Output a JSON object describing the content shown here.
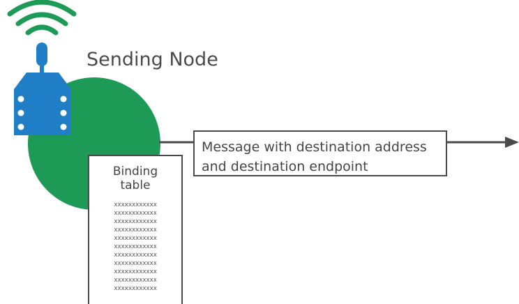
{
  "title": "Sending Node",
  "message": {
    "line1": "Message with destination address",
    "line2": "and destination endpoint"
  },
  "binding_table": {
    "title": "Binding table",
    "rows": [
      "xxxxxxxxxxxx",
      "xxxxxxxxxxxx",
      "xxxxxxxxxxxx",
      "xxxxxxxxxxxx",
      "xxxxxxxxxxxx",
      "xxxxxxxxxxxx",
      "xxxxxxxxxxxx",
      "xxxxxxxxxxxx",
      "xxxxxxxxxxxx",
      "xxxxxxxxxxxx",
      "xxxxxxxxxxxx"
    ]
  },
  "icons": {
    "wifi": "wifi-signal-icon",
    "device": "radio-module-icon"
  },
  "colors": {
    "node_green": "#1d9a55",
    "wifi_green": "#1d9a55",
    "device_blue": "#1f7ec5",
    "line": "#4a4a4a"
  }
}
